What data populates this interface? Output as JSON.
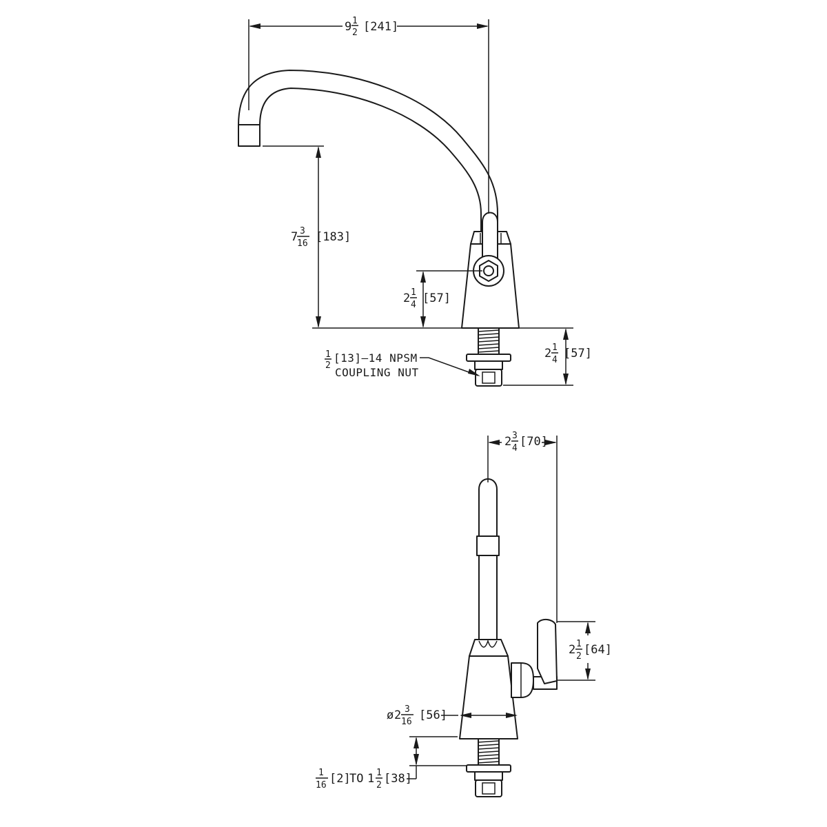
{
  "front_view": {
    "spout_reach": {
      "whole": "9",
      "num": "1",
      "den": "2",
      "metric": "[241]"
    },
    "spout_height": {
      "whole": "7",
      "num": "3",
      "den": "16",
      "metric": "[183]"
    },
    "handle_height": {
      "whole": "2",
      "num": "1",
      "den": "4",
      "metric": "[57]"
    },
    "shank_length": {
      "whole": "2",
      "num": "1",
      "den": "4",
      "metric": "[57]"
    },
    "coupling_note": {
      "num": "1",
      "den": "2",
      "line1": "[13]–14 NPSM",
      "line2": "COUPLING NUT"
    }
  },
  "side_view": {
    "handle_offset": {
      "whole": "2",
      "num": "3",
      "den": "4",
      "metric": "[70]"
    },
    "lever_length": {
      "whole": "2",
      "num": "1",
      "den": "2",
      "metric": "[64]"
    },
    "base_diameter": {
      "symbol": "ø",
      "whole": "2",
      "num": "3",
      "den": "16",
      "metric": "[56]"
    },
    "deck_range": {
      "num1": "1",
      "den1": "16",
      "metric1": "[2]",
      "to": "TO",
      "whole2": "1",
      "num2": "1",
      "den2": "2",
      "metric2": "[38]"
    }
  }
}
